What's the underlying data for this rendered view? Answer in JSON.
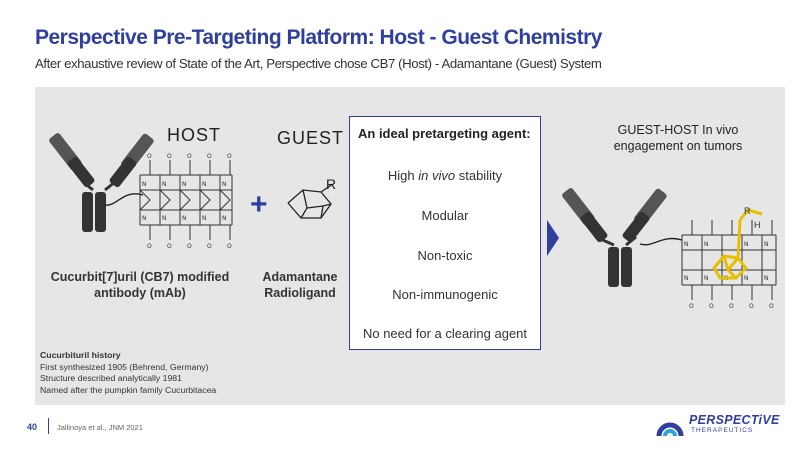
{
  "slide": {
    "title": "Perspective Pre-Targeting Platform: Host - Guest Chemistry",
    "subtitle": "After exhaustive review of State of the Art, Perspective chose CB7 (Host) - Adamantane (Guest) System"
  },
  "left": {
    "host_label": "HOST",
    "guest_label": "GUEST",
    "plus": "+",
    "guest_r": "R",
    "host_caption_line1": "Cucurbit[7]uril (CB7) modified",
    "host_caption_line2": "antibody (mAb)",
    "guest_caption_line1": "Adamantane",
    "guest_caption_line2": "Radioligand"
  },
  "agent_box": {
    "heading": "An ideal pretargeting agent:",
    "item1_pre": "High ",
    "item1_em": "in vivo",
    "item1_post": " stability",
    "item2": "Modular",
    "item3": "Non-toxic",
    "item4": "Non-immunogenic",
    "item5": "No need for a clearing agent"
  },
  "right": {
    "caption_line1": "GUEST-HOST In vivo",
    "caption_line2": "engagement on tumors",
    "guest_r": "R",
    "guest_h": "H"
  },
  "history": {
    "heading": "Cucurbituril history",
    "line1": "First synthesized 1905 (Behrend, Germany)",
    "line2": "Structure described analytically 1981",
    "line3": "Named after the pumpkin family Cucurbitacea"
  },
  "footer": {
    "page_number": "40",
    "citation": "Jallinoya et al., JNM 2021",
    "logo_name": "PERSPECTiVE",
    "logo_sub": "THERAPEUTICS"
  },
  "colors": {
    "accent": "#2f3fa0",
    "panel": "#e6e6e6",
    "highlight": "#e6c000"
  }
}
